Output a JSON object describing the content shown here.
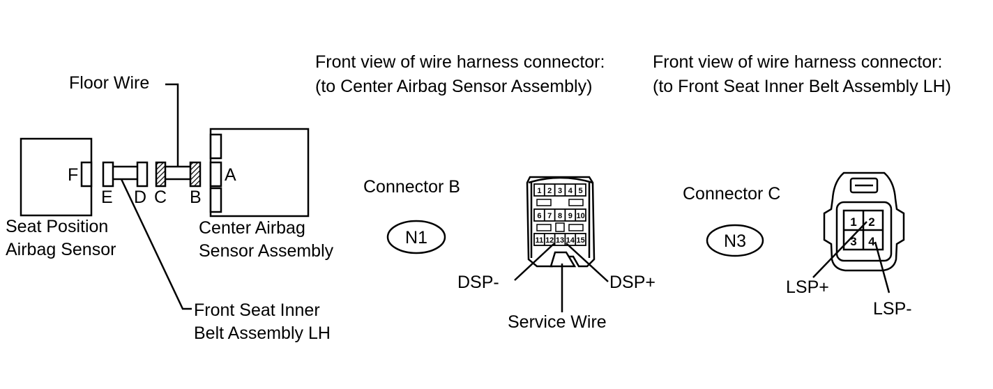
{
  "labels": {
    "floor_wire": "Floor Wire",
    "seat_position_line1": "Seat Position",
    "seat_position_line2": "Airbag Sensor",
    "center_airbag_line1": "Center Airbag",
    "center_airbag_line2": "Sensor Assembly",
    "front_seat_line1": "Front Seat Inner",
    "front_seat_line2": "Belt Assembly LH",
    "front_view_b_line1": "Front view of wire harness connector:",
    "front_view_b_line2": "(to Center Airbag Sensor Assembly)",
    "front_view_c_line1": "Front view of wire harness connector:",
    "front_view_c_line2": "(to Front Seat Inner Belt Assembly LH)",
    "connector_b": "Connector B",
    "connector_c": "Connector C",
    "n1": "N1",
    "n3": "N3",
    "dsp_minus": "DSP-",
    "dsp_plus": "DSP+",
    "service_wire": "Service Wire",
    "lsp_plus": "LSP+",
    "lsp_minus": "LSP-"
  },
  "connector_letters": {
    "a": "A",
    "b": "B",
    "c": "C",
    "d": "D",
    "e": "E",
    "f": "F"
  },
  "connector_b_pins": [
    "1",
    "2",
    "3",
    "4",
    "5",
    "6",
    "7",
    "8",
    "9",
    "10",
    "11",
    "12",
    "13",
    "14",
    "15"
  ],
  "connector_c_pins": [
    "1",
    "2",
    "3",
    "4"
  ]
}
